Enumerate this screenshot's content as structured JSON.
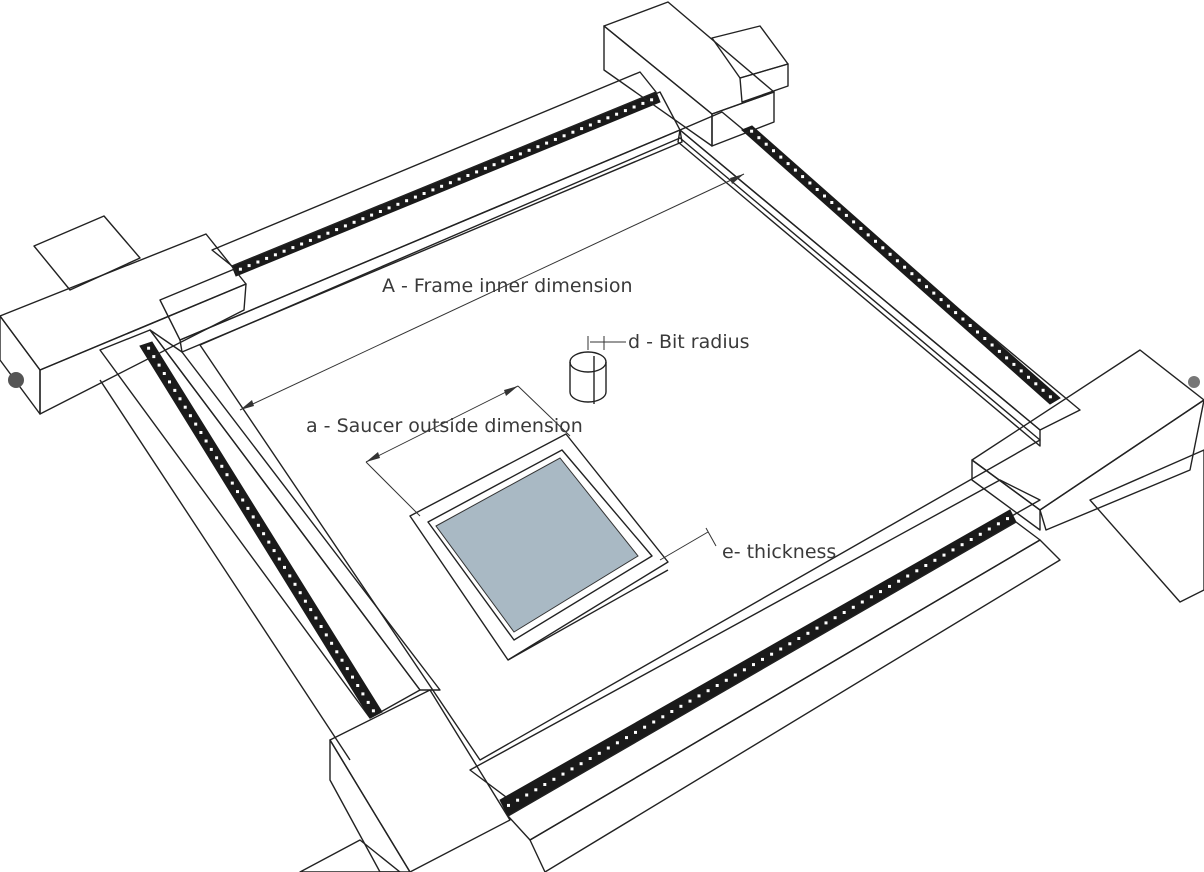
{
  "labels": {
    "frame_inner": "A - Frame inner dimension",
    "bit_radius": "d - Bit radius",
    "saucer_outside": "a - Saucer outside dimension",
    "thickness": "e- thickness"
  },
  "colors": {
    "background": "#ffffff",
    "rail_top": "#ffffff",
    "rail_side": "#d9d9d9",
    "scale_strip": "#1a1a1a",
    "saucer_inner": "#a9b9c4",
    "line": "#222222"
  }
}
